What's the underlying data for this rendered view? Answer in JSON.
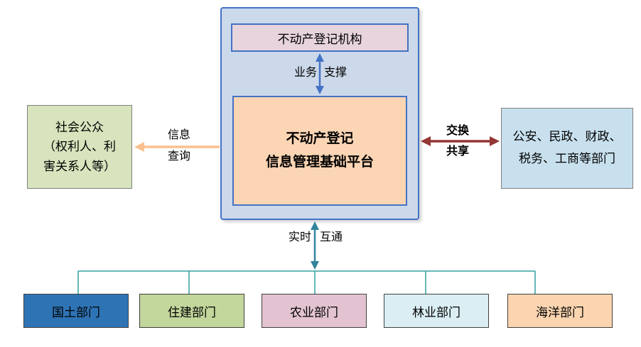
{
  "agency": {
    "label": "不动产登记机构"
  },
  "platform": {
    "line1": "不动产登记",
    "line2": "信息管理基础平台"
  },
  "public_box": {
    "line1": "社会公众",
    "line2": "（权利人、利",
    "line3": "害关系人等）"
  },
  "gov_box": {
    "line1": "公安、民政、财政、",
    "line2": "税务、工商等部门"
  },
  "arrows": {
    "business_support": {
      "left": "业务",
      "right": "支撑"
    },
    "info_query": {
      "top": "信息",
      "bottom": "查询"
    },
    "exchange_share": {
      "top": "交换",
      "bottom": "共享"
    },
    "realtime_interop": {
      "left": "实时",
      "right": "互通"
    }
  },
  "departments": [
    {
      "label": "国土部门",
      "fill": "#2e74b5"
    },
    {
      "label": "住建部门",
      "fill": "#c3d69b"
    },
    {
      "label": "农业部门",
      "fill": "#e3c3d1"
    },
    {
      "label": "林业部门",
      "fill": "#daeef3"
    },
    {
      "label": "海洋部门",
      "fill": "#fbd5b0"
    }
  ],
  "colors": {
    "container_fill": "#ccd9ea",
    "container_border": "#4472c4",
    "agency_fill": "#e7d4dd",
    "platform_fill": "#fcd5b4",
    "public_fill": "#d7e4bd",
    "gov_fill": "#c8e0ee",
    "blue_arrow": "#4472c4",
    "orange_arrow": "#fac090",
    "dark_red_arrow": "#943634",
    "teal_connector": "#33a0a0",
    "bottom_arrow": "#31849b"
  }
}
